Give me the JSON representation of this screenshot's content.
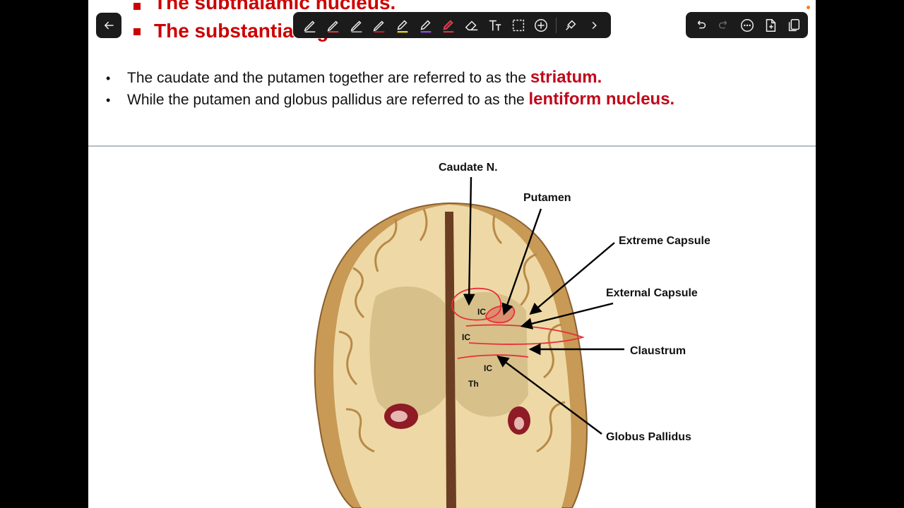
{
  "slide": {
    "headings": [
      "The subthalamic nucleus.",
      "The substantia nigra."
    ],
    "bullets": [
      {
        "text": "The caudate and the putamen together are referred to as the ",
        "term": "striatum."
      },
      {
        "text": "While the putamen and globus pallidus are referred to as the ",
        "term": "lentiform  nucleus."
      }
    ],
    "bullet_char": "•"
  },
  "diagram": {
    "labels": {
      "caudate": "Caudate N.",
      "putamen": "Putamen",
      "extreme_capsule": "Extreme Capsule",
      "external_capsule": "External Capsule",
      "claustrum": "Claustrum",
      "globus_pallidus": "Globus Pallidus"
    },
    "small_labels": {
      "ic1": "IC",
      "ic2": "IC",
      "ic3": "IC",
      "th": "Th"
    }
  },
  "toolbar": {
    "back_icon": "arrow-left-icon",
    "tools": [
      "pen-icon",
      "pen-red-icon",
      "pen-outline-icon",
      "pen-red-2-icon",
      "highlighter-yellow-icon",
      "highlighter-purple-icon",
      "eraser-red-icon",
      "eraser-icon",
      "text-tool-icon",
      "lasso-select-icon",
      "add-circle-icon",
      "link-tool-icon",
      "chevron-right-icon"
    ],
    "right_tools": [
      "undo-icon",
      "redo-icon",
      "more-icon",
      "add-page-icon",
      "pages-icon"
    ]
  },
  "colors": {
    "heading_red": "#cc0000",
    "term_red": "#c0081a",
    "annotation_red": "#e8303a",
    "toolbar_bg": "#1b1b1b"
  }
}
